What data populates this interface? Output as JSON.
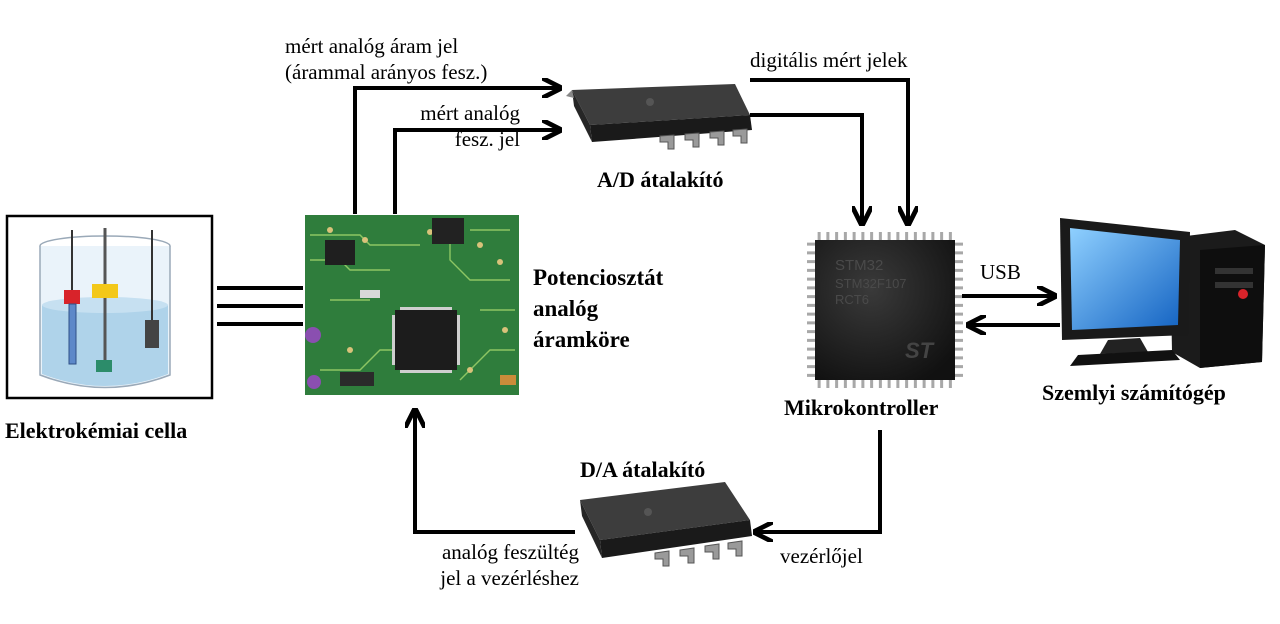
{
  "components": {
    "cell_label": "Elektrokémiai cella",
    "potentiostat_label": [
      "Potenciosztát",
      "analóg",
      "áramköre"
    ],
    "adc_label": "A/D átalakító",
    "dac_label": "D/A átalakító",
    "mcu_label": "Mikrokontroller",
    "pc_label": "Szemlyi számítógép"
  },
  "signals": {
    "current_signal": [
      "mért analóg áram jel",
      "(árammal arányos fesz.)"
    ],
    "voltage_signal": [
      "mért analóg",
      "fesz. jel"
    ],
    "digital_signal": "digitális mért jelek",
    "usb": "USB",
    "control_signal": "vezérlőjel",
    "control_voltage": [
      "analóg feszültég",
      "jel a vezérléshez"
    ]
  },
  "colors": {
    "line": "#000000",
    "chip_body": "#2b2b2b",
    "pcb_green": "#2f7d3c",
    "monitor_blue": "#1e7fd8",
    "cell_liquid": "#a9cfe8",
    "electrode_red": "#d8232a",
    "electrode_yellow": "#f3c81a"
  }
}
